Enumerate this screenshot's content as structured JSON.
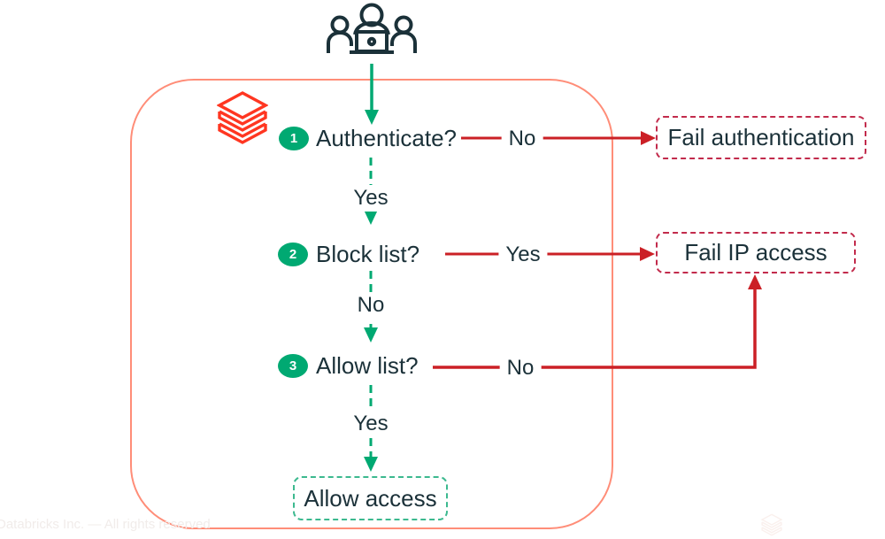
{
  "diagram": {
    "steps": [
      {
        "num": "1",
        "label": "Authenticate?",
        "branch": "No",
        "down": "Yes"
      },
      {
        "num": "2",
        "label": "Block list?",
        "branch": "Yes",
        "down": "No"
      },
      {
        "num": "3",
        "label": "Allow list?",
        "branch": "No",
        "down": "Yes"
      }
    ],
    "outcomes": {
      "fail_auth": "Fail authentication",
      "fail_ip": "Fail IP access",
      "allow": "Allow access"
    }
  },
  "icons": {
    "users": "users-at-laptop-icon",
    "databricks": "databricks-logo",
    "databricks_faint": "databricks-logo-watermark"
  },
  "colors": {
    "navy_text": "#1B3139",
    "green": "#00A972",
    "green_dashed_box": "#3CB98F",
    "red_arrow": "#CB2026",
    "crimson_dashed_box": "#C22B4C",
    "container_border": "#FF8D78",
    "brand_red": "#FF3621",
    "watermark_text": "#F1ECEA"
  },
  "footer": {
    "copyright": "Databricks Inc. — All rights reserved"
  }
}
